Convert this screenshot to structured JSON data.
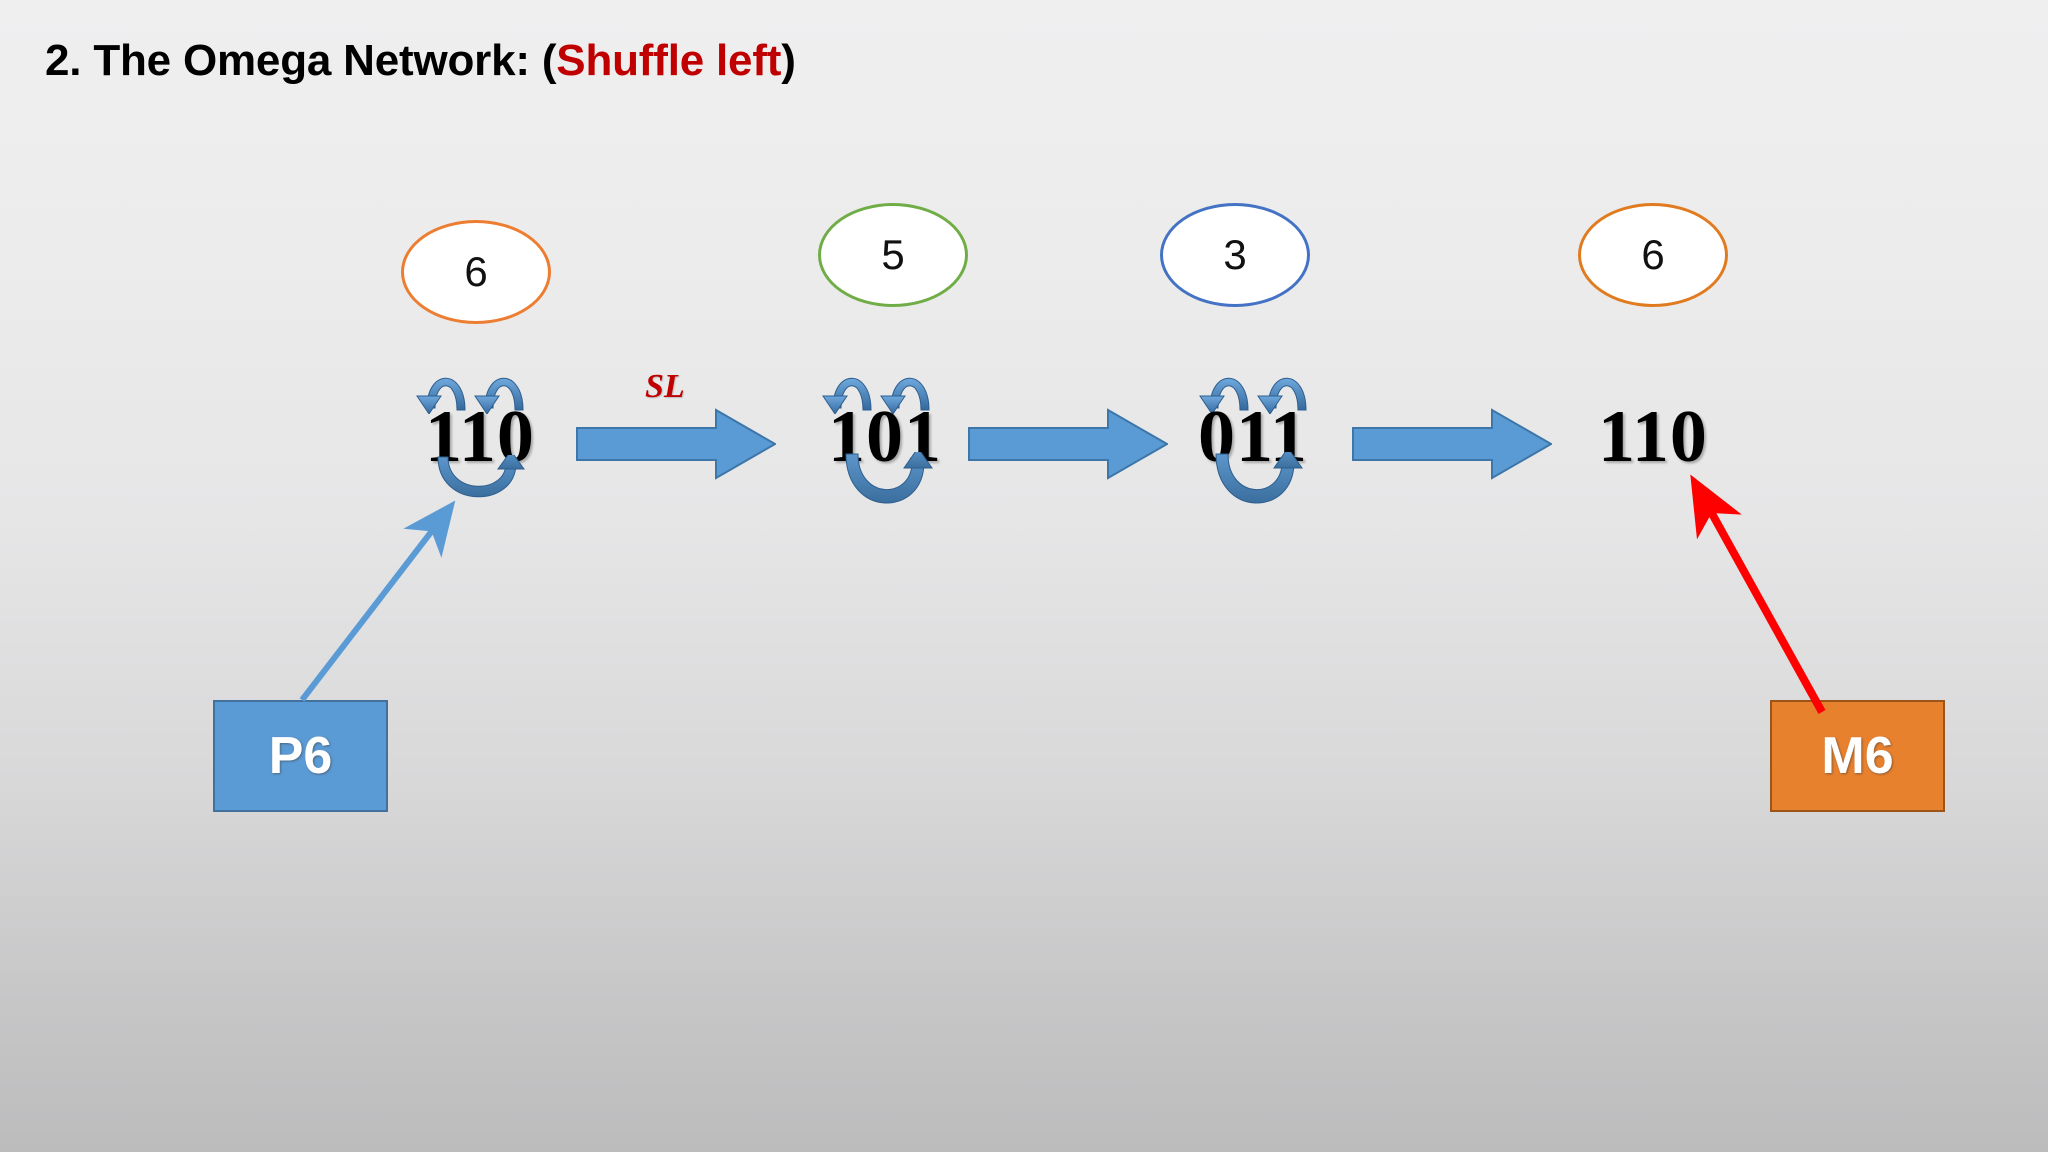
{
  "slide": {
    "title_prefix": "2. The Omega Network: (",
    "title_accent": "Shuffle left",
    "title_suffix": ")",
    "background_top_color": "#EFEFF0",
    "background_bottom_color": "#BCBCBD"
  },
  "stages": [
    {
      "badge_value": "6",
      "badge_border_color": "#ED7D31",
      "word": "110",
      "has_shuffle_arcs": true
    },
    {
      "badge_value": "5",
      "badge_border_color": "#70AD47",
      "word": "101",
      "has_shuffle_arcs": true
    },
    {
      "badge_value": "3",
      "badge_border_color": "#4472C4",
      "word": "011",
      "has_shuffle_arcs": true
    },
    {
      "badge_value": "6",
      "badge_border_color": "#E07B20",
      "word": "110",
      "has_shuffle_arcs": false
    }
  ],
  "transitions": [
    {
      "label": "SL",
      "label_color": "#C00000"
    },
    {
      "label": "",
      "label_color": "#C00000"
    },
    {
      "label": "",
      "label_color": "#C00000"
    }
  ],
  "endpoints": {
    "source": {
      "label": "P6",
      "fill_color": "#5B9BD5",
      "border_color": "#41719C",
      "connector_color": "#5B9BD5"
    },
    "destination": {
      "label": "M6",
      "fill_color": "#E8812E",
      "border_color": "#9C5418",
      "connector_color": "#FF0000"
    }
  },
  "icons": {
    "shuffle_arc_top": "curved-arrow-left-icon",
    "shuffle_arc_bottom": "curved-arrow-wrap-icon",
    "stage_arrow": "block-arrow-right-icon",
    "source_connector": "arrow-up-right-icon",
    "destination_connector": "arrow-up-left-icon"
  }
}
